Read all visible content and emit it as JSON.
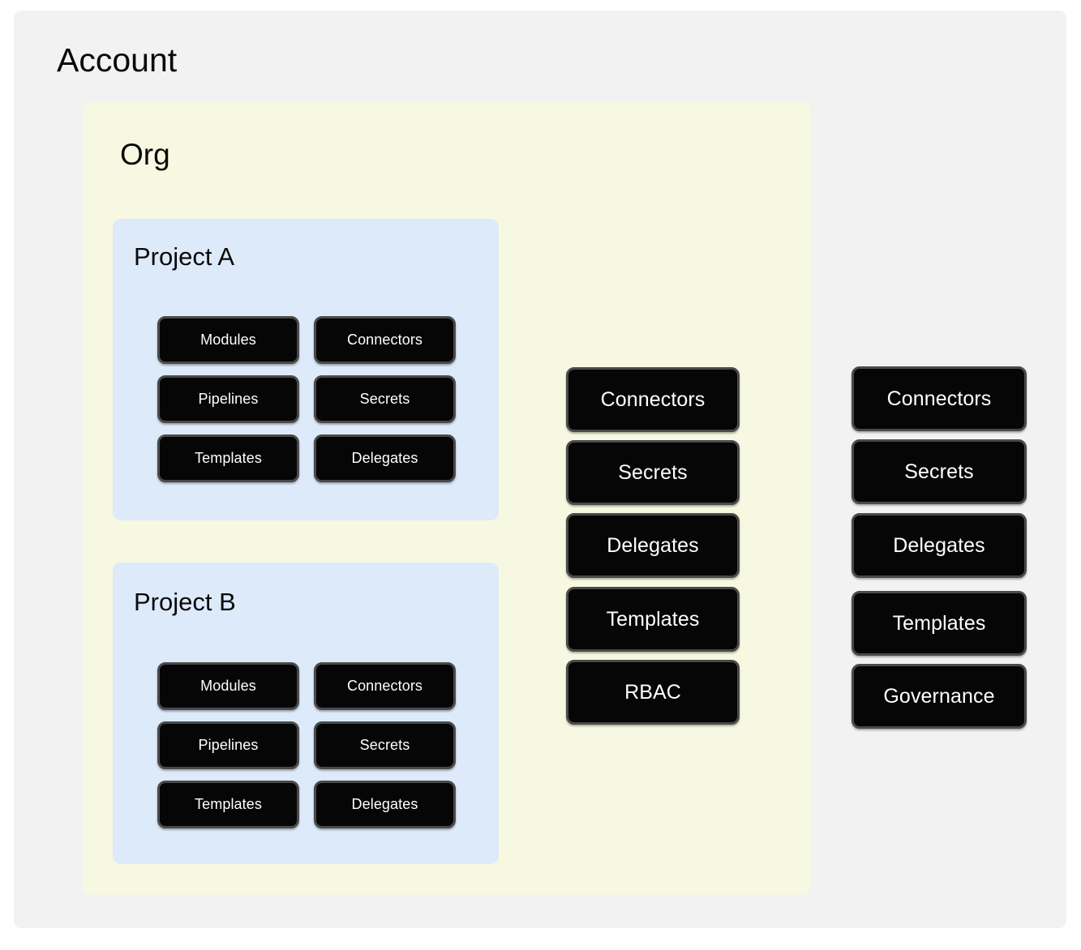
{
  "diagram": {
    "account": {
      "label": "Account",
      "resources": [
        {
          "label": "Connectors"
        },
        {
          "label": "Secrets"
        },
        {
          "label": "Delegates"
        },
        {
          "label": "Templates"
        },
        {
          "label": "Governance"
        }
      ]
    },
    "org": {
      "label": "Org",
      "resources": [
        {
          "label": "Connectors"
        },
        {
          "label": "Secrets"
        },
        {
          "label": "Delegates"
        },
        {
          "label": "Templates"
        },
        {
          "label": "RBAC"
        }
      ]
    },
    "projects": [
      {
        "label": "Project A",
        "resources_left": [
          {
            "label": "Modules"
          },
          {
            "label": "Pipelines"
          },
          {
            "label": "Templates"
          }
        ],
        "resources_right": [
          {
            "label": "Connectors"
          },
          {
            "label": "Secrets"
          },
          {
            "label": "Delegates"
          }
        ]
      },
      {
        "label": "Project B",
        "resources_left": [
          {
            "label": "Modules"
          },
          {
            "label": "Pipelines"
          },
          {
            "label": "Templates"
          }
        ],
        "resources_right": [
          {
            "label": "Connectors"
          },
          {
            "label": "Secrets"
          },
          {
            "label": "Delegates"
          }
        ]
      }
    ]
  },
  "colors": {
    "page_background": "#ffffff",
    "canvas_background": "#f2f2f2",
    "org_background": "#f7f8e1",
    "project_background": "#ddeafa",
    "node_fill": "#060606",
    "node_border": "#4a4a4a",
    "node_text": "#ffffff",
    "title_text": "#0a0a0a"
  }
}
